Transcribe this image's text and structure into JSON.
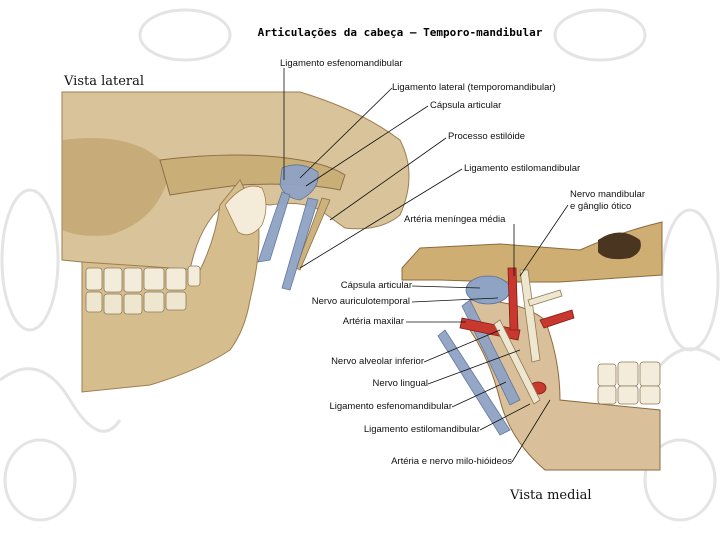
{
  "title": "Articulações da cabeça – Temporo-mandibular",
  "views": {
    "lateral": "Vista lateral",
    "medial": "Vista medial"
  },
  "labels": {
    "lig_esfeno_top": "Ligamento esfenomandibular",
    "lig_lateral": "Ligamento lateral (temporomandibular)",
    "capsula_top": "Cápsula articular",
    "processo_estiloide": "Processo estilóide",
    "lig_estilo_top": "Ligamento estilomandibular",
    "nervo_mandibular_1": "Nervo mandibular",
    "nervo_mandibular_2": "e gânglio ótico",
    "arteria_meningea": "Artéria meníngea média",
    "capsula_medial": "Cápsula articular",
    "nervo_auriculo": "Nervo auriculotemporal",
    "arteria_maxilar": "Artéria maxilar",
    "nervo_alveolar": "Nervo alveolar inferior",
    "nervo_lingual": "Nervo lingual",
    "lig_esfeno_bottom": "Ligamento esfenomandibular",
    "lig_estilo_bottom": "Ligamento estilomandibular",
    "arteria_milo": "Artéria e nervo milo-hióideos"
  },
  "colors": {
    "bone": "#d9c39a",
    "bone_shadow": "#a8885a",
    "ligament": "#8fa3c4",
    "artery": "#c8382e",
    "nerve": "#e8e0c8",
    "watermark": "#e6e6e6"
  }
}
